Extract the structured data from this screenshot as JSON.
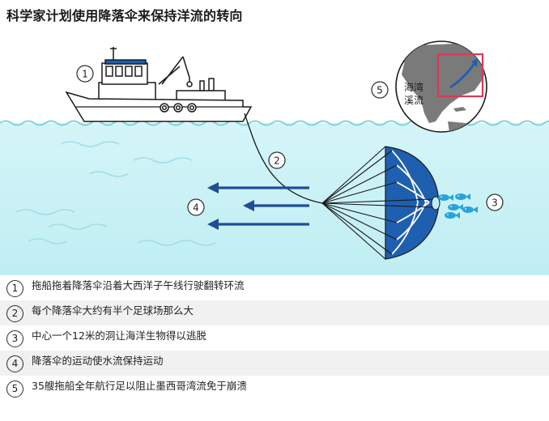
{
  "title": "科学家计划使用降落伞来保持洋流的转向",
  "globe_label": "海湾溪流",
  "markers": {
    "m1": "1",
    "m2": "2",
    "m3": "3",
    "m4": "4",
    "m5": "5"
  },
  "legend": [
    {
      "num": "1",
      "text": "拖船拖着降落伞沿着大西洋子午线行驶翻转环流"
    },
    {
      "num": "2",
      "text": "每个降落伞大约有半个足球场那么大"
    },
    {
      "num": "3",
      "text": "中心一个12米的洞让海洋生物得以逃脱"
    },
    {
      "num": "4",
      "text": "降落伞的运动使水流保持运动"
    },
    {
      "num": "5",
      "text": "35艘拖船全年航行足以阻止墨西哥湾流免于崩溃"
    }
  ],
  "colors": {
    "water": "#c7f0f5",
    "parachute": "#1f5fb0",
    "arrow": "#1f4e96",
    "fish": "#29a3de",
    "highlight": "#d63a5a"
  }
}
